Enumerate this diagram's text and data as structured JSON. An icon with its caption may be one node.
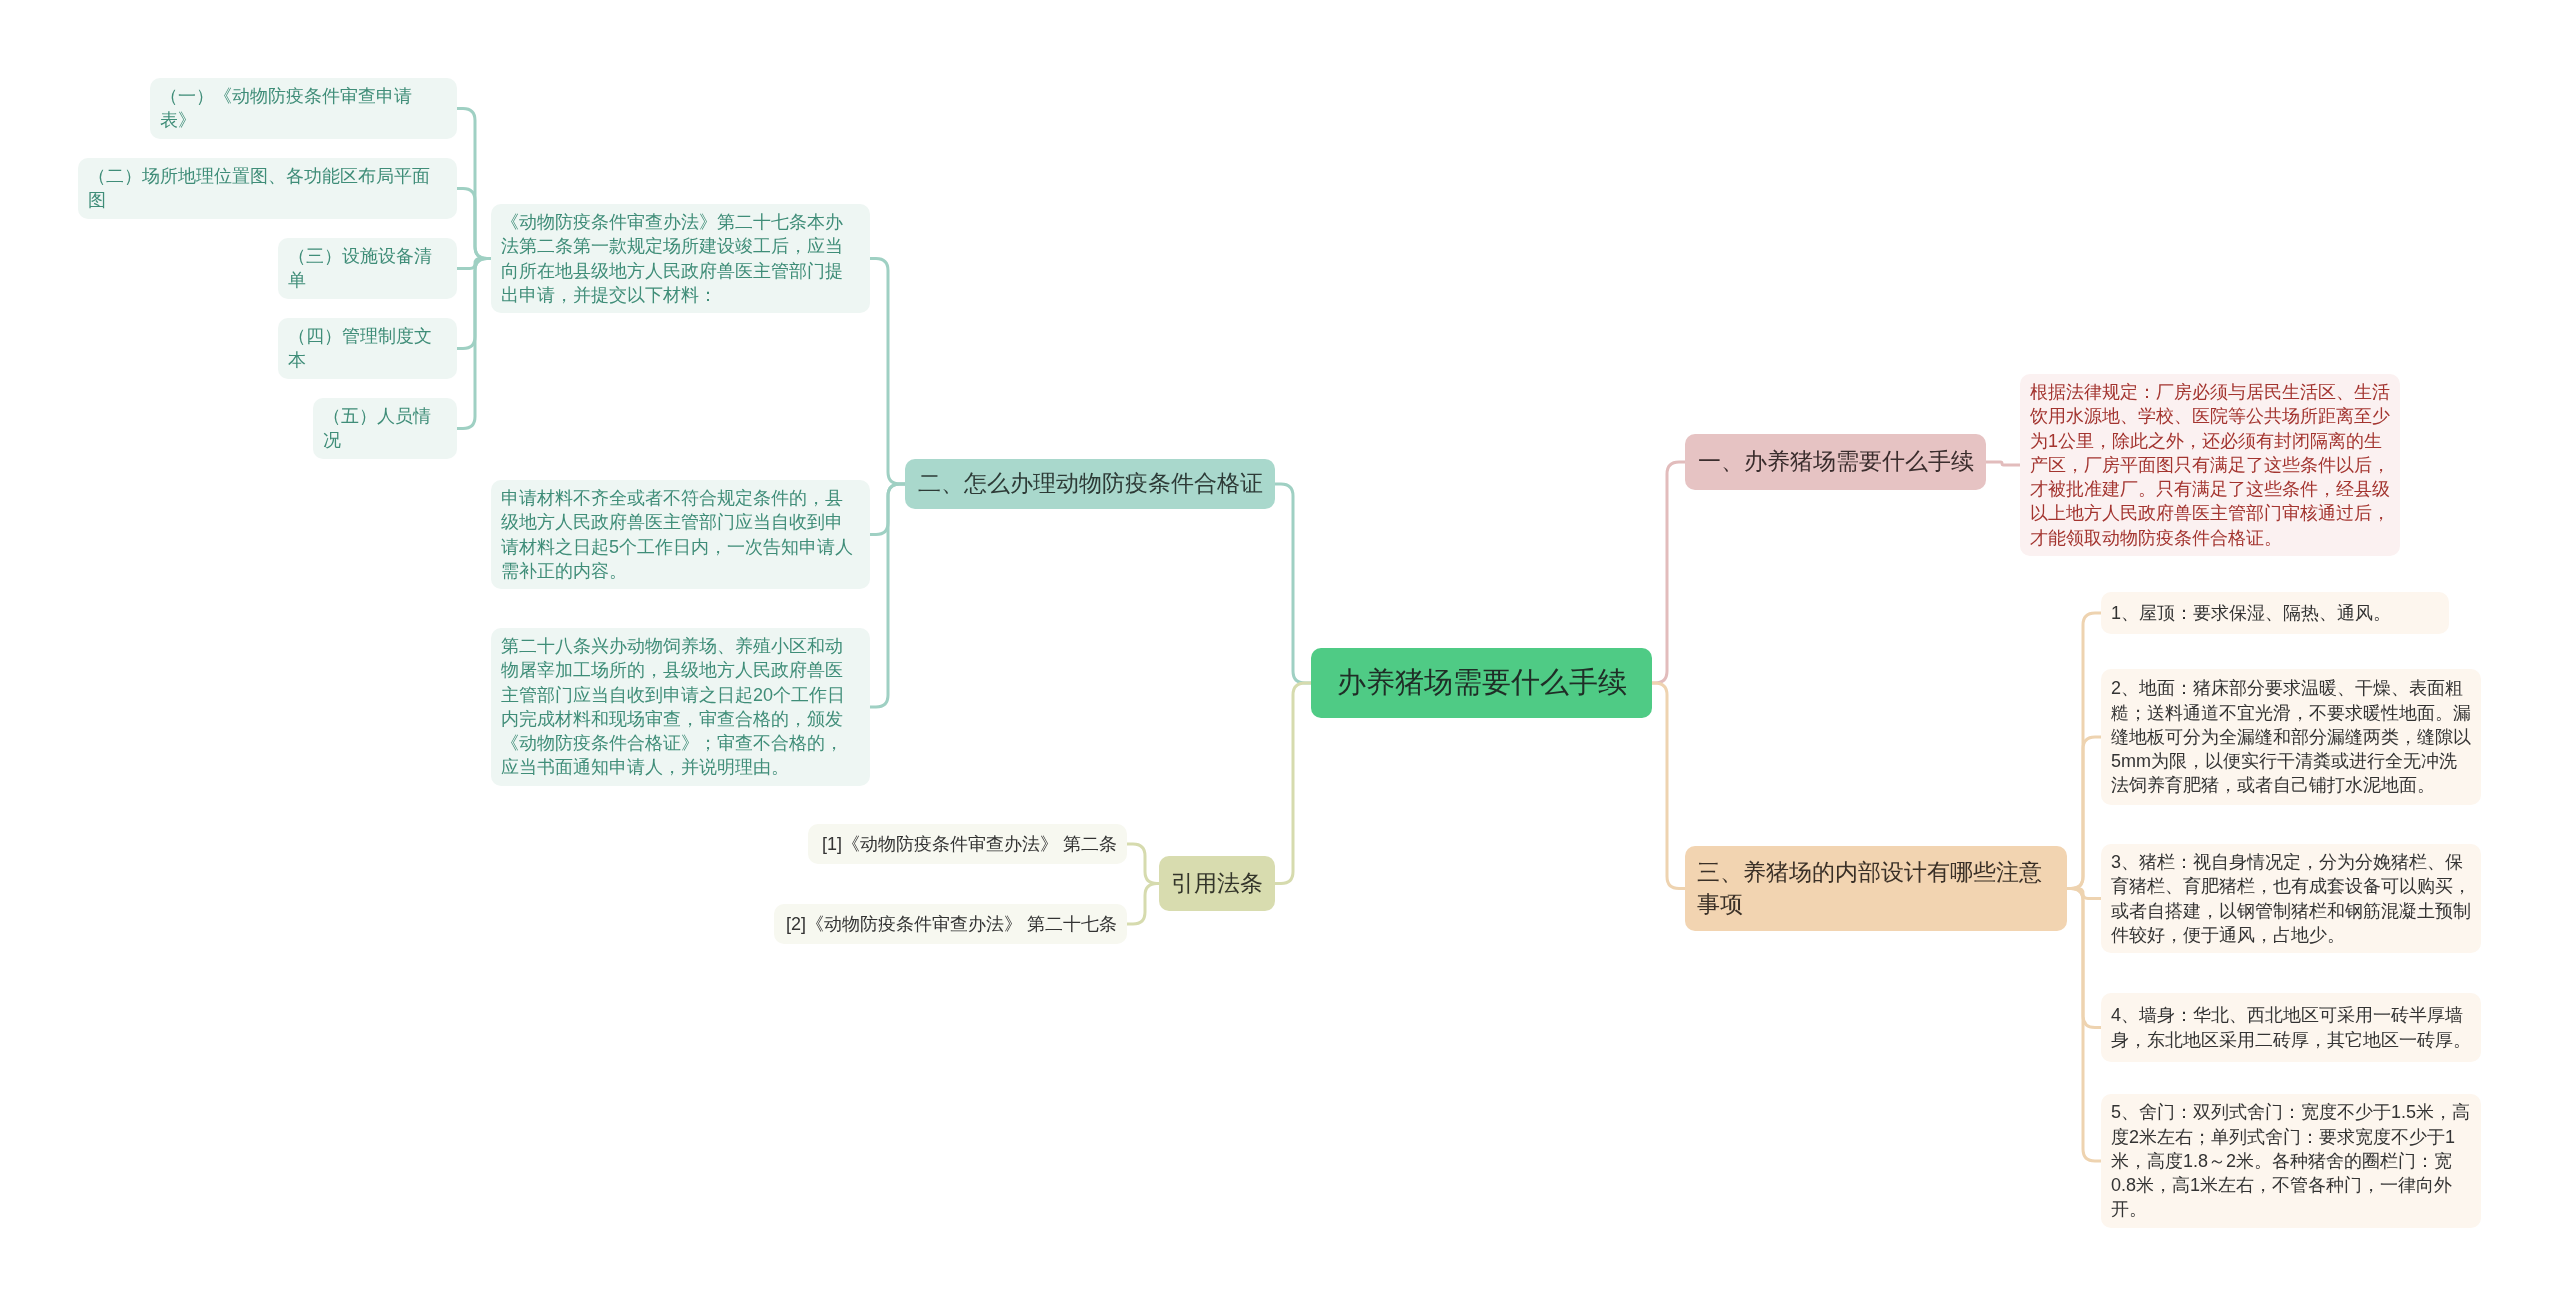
{
  "diagram": {
    "nodes": [
      {
        "text": [
          "办养猪场需要什么手续"
        ]
      },
      {
        "text": [
          "二、怎么办理动物防疫条件合格证"
        ]
      },
      {
        "text": [
          "《动物防疫条件审查办法》第二十七条本办法第二条第一款规定场所建设竣工后，应当向所在地县级地方人民政府兽医主管部门提出申请，并提交以下材料："
        ]
      },
      {
        "text": [
          "（一）《动物防疫条件审查申请表》"
        ]
      },
      {
        "text": [
          "（二）场所地理位置图、各功能区布局平面图"
        ]
      },
      {
        "text": [
          "（三）设施设备清单"
        ]
      },
      {
        "text": [
          "（四）管理制度文本"
        ]
      },
      {
        "text": [
          "（五）人员情况"
        ]
      },
      {
        "text": [
          "申请材料不齐全或者不符合规定条件的，县级地方人民政府兽医主管部门应当自收到申请材料之日起5个工作日内，一次告知申请人需补正的内容。"
        ]
      },
      {
        "text": [
          "第二十八条兴办动物饲养场、养殖小区和动物屠宰加工场所的，县级地方人民政府兽医主管部门应当自收到申请之日起20个工作日内完成材料和现场审查，审查合格的，颁发《动物防疫条件合格证》；审查不合格的，应当书面通知申请人，并说明理由。"
        ]
      },
      {
        "text": [
          "引用法条"
        ]
      },
      {
        "text": [
          "[1]《动物防疫条件审查办法》 第二条"
        ]
      },
      {
        "text": [
          "[2]《动物防疫条件审查办法》 第二十七条"
        ]
      },
      {
        "text": [
          "一、办养猪场需要什么手续"
        ]
      },
      {
        "text": [
          "根据法律规定：厂房必须与居民生活区、生活饮用水源地、学校、医院等公共场所距离至少为1公里，除此之外，还必须有封闭隔离的生产区，厂房平面图只有满足了这些条件以后，才被批准建厂。只有满足了这些条件，经县级以上地方人民政府兽医主管部门审核通过后，才能领取动物防疫条件合格证。"
        ]
      },
      {
        "text": [
          "三、养猪场的内部设计有哪些注意事项"
        ]
      },
      {
        "text": [
          "1、屋顶：要求保湿、隔热、通风。"
        ]
      },
      {
        "text": [
          "2、地面：猪床部分要求温暖、干燥、表面粗糙；送料通道不宜光滑，不要求暖性地面。漏缝地板可分为全漏缝和部分漏缝两类，缝隙以5mm为限，以便实行干清粪或进行全无冲洗法饲养育肥猪，或者自己铺打水泥地面。"
        ]
      },
      {
        "text": [
          "3、猪栏：视自身情况定，分为分娩猪栏、保育猪栏、育肥猪栏，也有成套设备可以购买，或者自搭建，以钢管制猪栏和钢筋混凝土预制件较好，便于通风，占地少。"
        ]
      },
      {
        "text": [
          "4、墙身：华北、西北地区可采用一砖半厚墙身，东北地区采用二砖厚，其它地区一砖厚。"
        ]
      },
      {
        "text": [
          "5、舍门：双列式舍门：宽度不少于1.5米，高度2米左右；单列式舍门：要求宽度不少于1米，高度1.8～2米。各种猪舍的圈栏门：宽0.8米，高1米左右，不管各种门，一律向外开。"
        ]
      }
    ],
    "edges": [
      {
        "from": 0,
        "to": 1,
        "arrow": "none",
        "color": "#9fd0c3"
      },
      {
        "from": 1,
        "to": 2,
        "arrow": "none",
        "color": "#9fd0c3"
      },
      {
        "from": 2,
        "to": 3,
        "arrow": "none",
        "color": "#9fd0c3"
      },
      {
        "from": 2,
        "to": 4,
        "arrow": "none",
        "color": "#9fd0c3"
      },
      {
        "from": 2,
        "to": 5,
        "arrow": "none",
        "color": "#9fd0c3"
      },
      {
        "from": 2,
        "to": 6,
        "arrow": "none",
        "color": "#9fd0c3"
      },
      {
        "from": 2,
        "to": 7,
        "arrow": "none",
        "color": "#9fd0c3"
      },
      {
        "from": 1,
        "to": 8,
        "arrow": "none",
        "color": "#9fd0c3"
      },
      {
        "from": 1,
        "to": 9,
        "arrow": "none",
        "color": "#9fd0c3"
      },
      {
        "from": 0,
        "to": 10,
        "arrow": "none",
        "color": "#d6dbae"
      },
      {
        "from": 10,
        "to": 11,
        "arrow": "none",
        "color": "#d6dbae"
      },
      {
        "from": 10,
        "to": 12,
        "arrow": "none",
        "color": "#d6dbae"
      },
      {
        "from": 0,
        "to": 13,
        "arrow": "none",
        "color": "#e2bcbc"
      },
      {
        "from": 13,
        "to": 14,
        "arrow": "none",
        "color": "#e2bcbc"
      },
      {
        "from": 0,
        "to": 15,
        "arrow": "none",
        "color": "#eed3b0"
      },
      {
        "from": 15,
        "to": 16,
        "arrow": "none",
        "color": "#eed3b0"
      },
      {
        "from": 15,
        "to": 17,
        "arrow": "none",
        "color": "#eed3b0"
      },
      {
        "from": 15,
        "to": 18,
        "arrow": "none",
        "color": "#eed3b0"
      },
      {
        "from": 15,
        "to": 19,
        "arrow": "none",
        "color": "#eed3b0"
      },
      {
        "from": 15,
        "to": 20,
        "arrow": "none",
        "color": "#eed3b0"
      }
    ]
  }
}
